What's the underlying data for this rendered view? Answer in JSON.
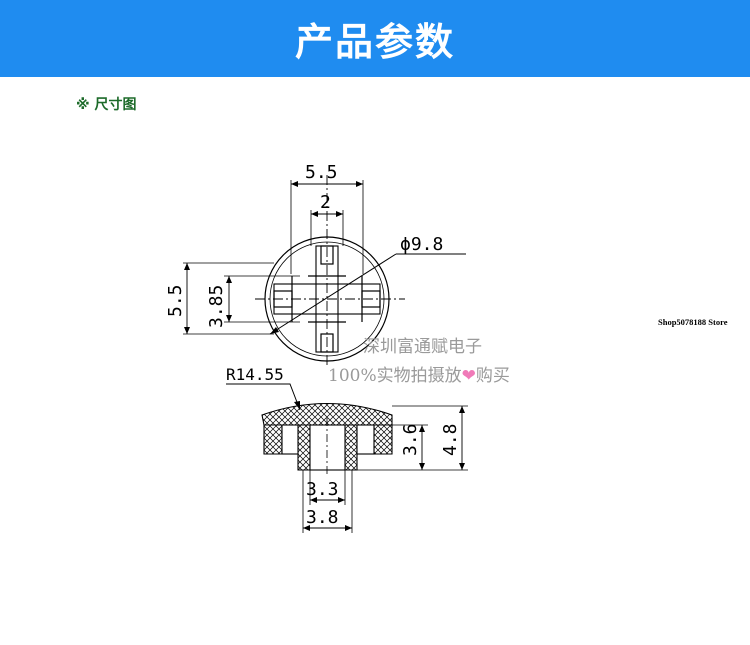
{
  "header": {
    "title": "产品参数",
    "background": "#1f8cf0"
  },
  "section": {
    "label": "※ 尺寸图",
    "color": "#1d6b2a"
  },
  "store": {
    "name": "Shop5078188 Store"
  },
  "watermark": {
    "line1": "深圳富通赋电子",
    "line2_before": "100%实物拍摄放",
    "heart": "❤",
    "line2_after": "购买"
  },
  "dimensions": {
    "top_width": "5.5",
    "inner_width": "2",
    "diameter": "ϕ9.8",
    "left_height": "5.5",
    "inner_height": "3.85",
    "radius": "R14.55",
    "stem_height": "3.6",
    "total_height": "4.8",
    "stem_inner": "3.3",
    "stem_outer": "3.8"
  }
}
